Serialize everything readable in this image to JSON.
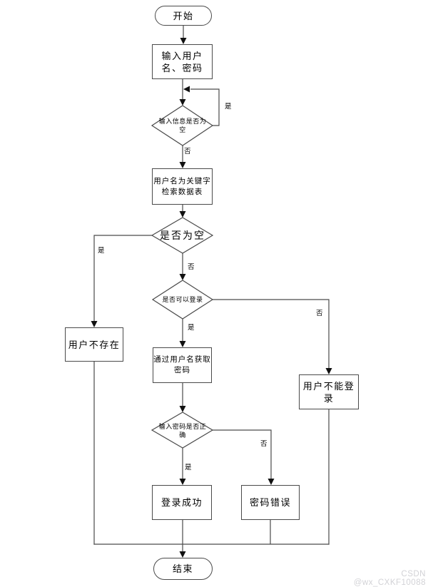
{
  "diagram": {
    "type": "flowchart",
    "background_color": "#ffffff",
    "line_color": "#4a4a4a",
    "arrow_color": "#111111",
    "text_color": "#000000",
    "watermark_color": "#d2d2d6",
    "nodes": {
      "start": {
        "shape": "terminator",
        "label": "开始"
      },
      "input_credentials": {
        "shape": "process",
        "label": "输入用户\n名、密码"
      },
      "input_empty_check": {
        "shape": "decision",
        "label": "输入信息是否为\n空"
      },
      "search_table": {
        "shape": "process",
        "label": "用户名为关键字\n检索数据表"
      },
      "result_empty_check": {
        "shape": "decision",
        "label": "是否为空"
      },
      "user_not_exist": {
        "shape": "process",
        "label": "用户不存在"
      },
      "can_login_check": {
        "shape": "decision",
        "label": "是否可以登录"
      },
      "cannot_login": {
        "shape": "process",
        "label": "用户不能登\n录"
      },
      "get_password": {
        "shape": "process",
        "label": "通过用户名获取\n密码"
      },
      "password_correct_check": {
        "shape": "decision",
        "label": "输入密码是否正\n确"
      },
      "login_success": {
        "shape": "process",
        "label": "登录成功"
      },
      "password_error": {
        "shape": "process",
        "label": "密码错误"
      },
      "end": {
        "shape": "terminator",
        "label": "结束"
      }
    },
    "edge_labels": {
      "input_empty_yes": "是",
      "input_empty_no": "否",
      "result_empty_yes": "是",
      "result_empty_no": "否",
      "can_login_no": "否",
      "can_login_yes": "是",
      "password_yes": "是",
      "password_no": "否"
    },
    "watermark": "CSDN @wx_CXKF10088"
  }
}
